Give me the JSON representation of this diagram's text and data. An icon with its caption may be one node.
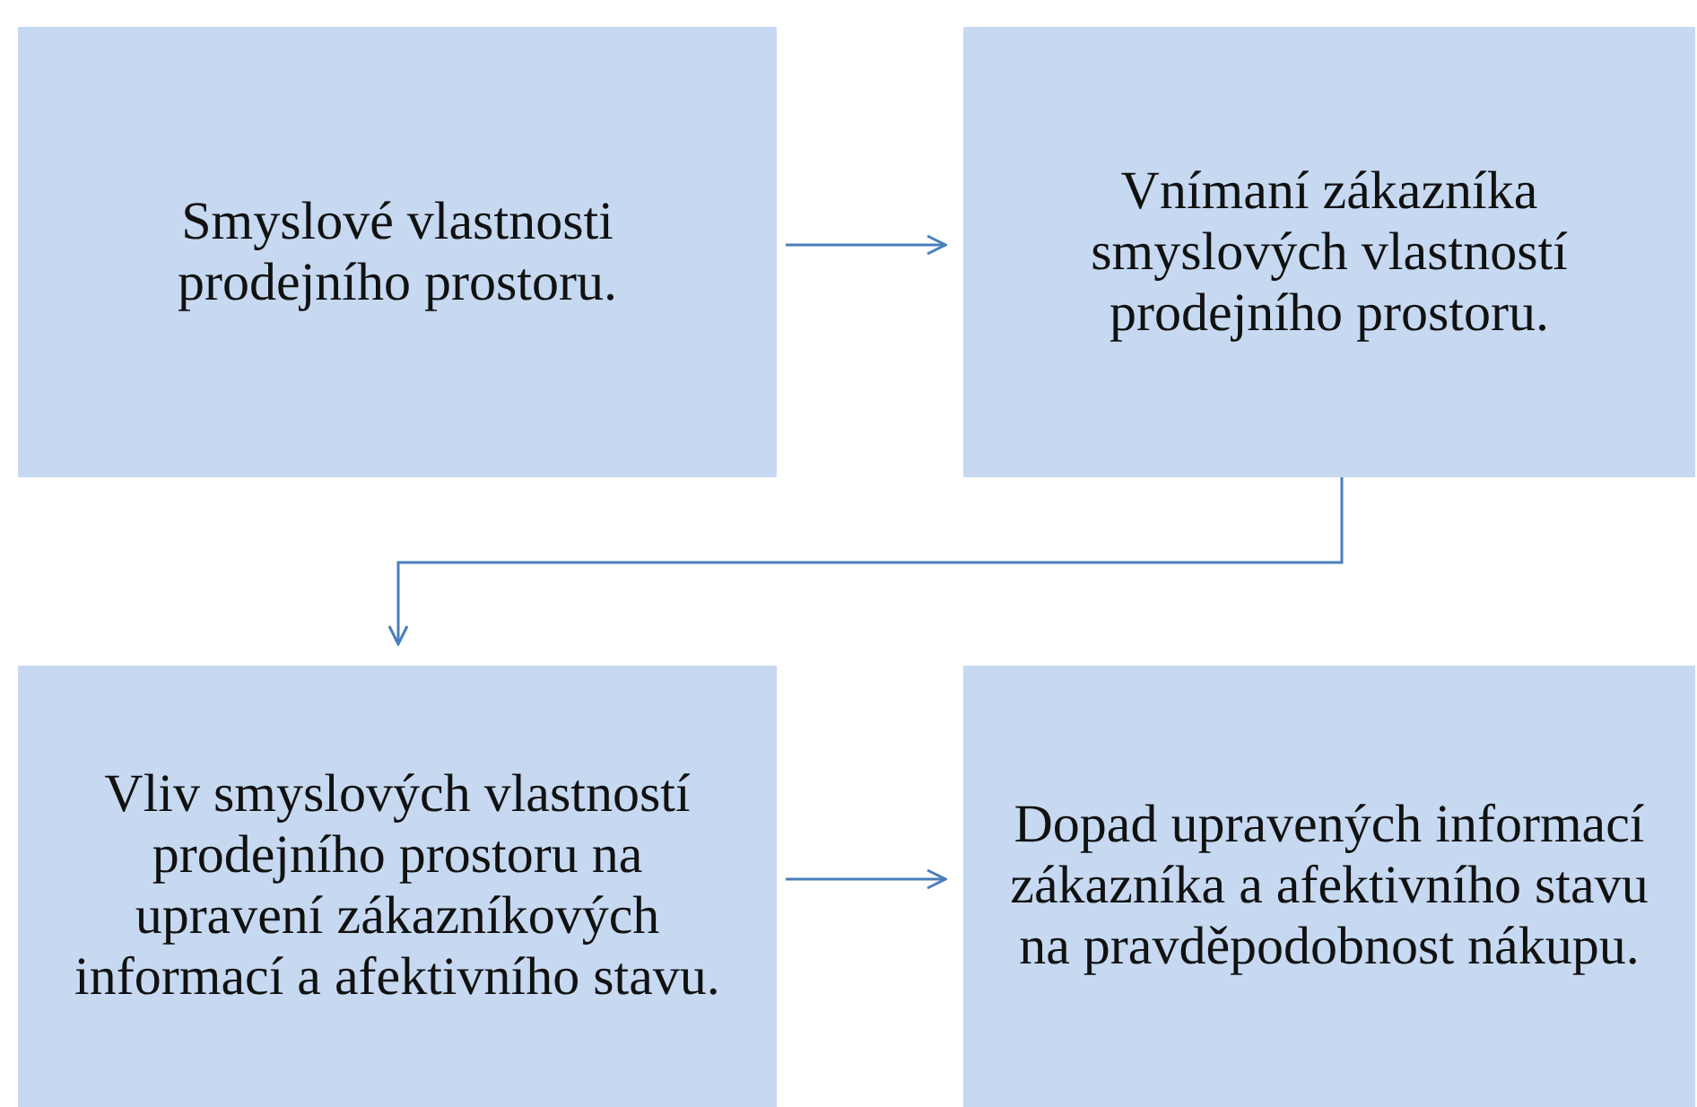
{
  "diagram": {
    "nodes": [
      {
        "text": [
          "Smyslové vlastnosti prodejního prostoru."
        ]
      },
      {
        "text": [
          "Vnímaní zákazníka smyslových vlastností prodejního prostoru."
        ]
      },
      {
        "text": [
          "Vliv smyslových vlastností prodejního prostoru na upravení zákazníkových informací a afektivního stavu."
        ]
      },
      {
        "text": [
          "Dopad upravených informací zákazníka a afektivního stavu na pravděpodobnost nákupu."
        ]
      }
    ],
    "edges": [
      {
        "from": 0,
        "to": 1,
        "arrow": "to"
      },
      {
        "from": 1,
        "to": 2,
        "arrow": "to"
      },
      {
        "from": 2,
        "to": 3,
        "arrow": "to"
      }
    ]
  }
}
